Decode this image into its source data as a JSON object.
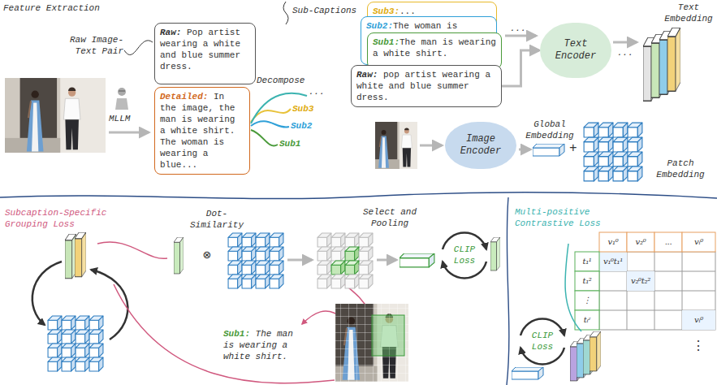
{
  "diagram": {
    "nodes": [
      {
        "text": [
          "Raw:",
          "Pop artist wearing a white and blue summer dress."
        ]
      },
      {
        "text": [
          "Detailed:",
          "In the image, the man is wearing a white shirt. The woman is wearing a blue..."
        ]
      },
      {
        "text": [
          "Sub3:",
          "..."
        ]
      },
      {
        "text": [
          "Sub2:",
          "The woman is"
        ]
      },
      {
        "text": [
          "Sub1:",
          "The man is wearing a white shirt."
        ]
      },
      {
        "text": [
          "Raw:",
          "pop artist wearing a white and blue summer dress."
        ]
      },
      {
        "text": [
          "Text Encoder"
        ]
      },
      {
        "text": [
          "Image Encoder"
        ]
      }
    ],
    "edges": [
      {
        "from": 5,
        "to": 6,
        "arrow": "to"
      }
    ],
    "labels": [
      "Feature Extraction",
      "Raw Image-Text Pair",
      "MLLM",
      "Decompose",
      "Sub3",
      "Sub2",
      "Sub1",
      "...",
      "Sub-Captions",
      "...",
      "Text Embedding",
      "...",
      "Global Embedding",
      "+",
      "Patch Embedding",
      "Subcaption-Specific Grouping Loss",
      "Dot-Similarity",
      "⊗",
      "Select and Pooling",
      "CLIP Loss",
      "Sub1:",
      "The man is wearing a white shirt.",
      "Multi-positive Contrastive Loss",
      "v₁⁰",
      "v₂⁰",
      "...",
      "vᵢ⁰",
      "t₁¹",
      "v₁⁰t₁¹",
      "t₁²",
      "v₂⁰t₂²",
      "⋮",
      "tᵢᶻ",
      "vᵢ⁰",
      "CLIP Loss",
      "⋮"
    ]
  }
}
